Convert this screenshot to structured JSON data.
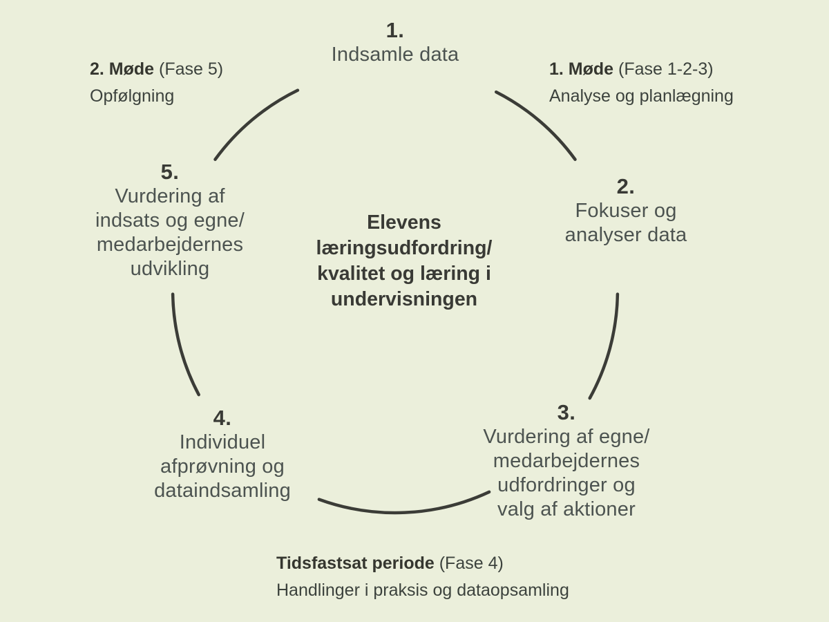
{
  "colors": {
    "background": "#ebefdb",
    "arc": "#3b3c37",
    "text_dark": "#393a35",
    "text_gray": "#4c5350"
  },
  "center": {
    "lines": [
      "Elevens",
      "læringsudfordring/",
      "kvalitet og læring i",
      "undervisningen"
    ]
  },
  "steps": [
    {
      "number": "1.",
      "lines": [
        "Indsamle data"
      ]
    },
    {
      "number": "2.",
      "lines": [
        "Fokuser og",
        "analyser data"
      ]
    },
    {
      "number": "3.",
      "lines": [
        "Vurdering af egne/",
        "medarbejdernes",
        "udfordringer og",
        "valg af aktioner"
      ]
    },
    {
      "number": "4.",
      "lines": [
        "Individuel",
        "afprøvning og",
        "dataindsamling"
      ]
    },
    {
      "number": "5.",
      "lines": [
        "Vurdering af",
        "indsats og egne/",
        "medarbejdernes",
        "udvikling"
      ]
    }
  ],
  "annotations": [
    {
      "bold": "2. Møde",
      "paren": " (Fase 5)",
      "line2": "Opfølgning"
    },
    {
      "bold": "1. Møde",
      "paren": " (Fase 1-2-3)",
      "line2": "Analyse og planlægning"
    },
    {
      "bold": "Tidsfastsat periode",
      "paren": " (Fase 4)",
      "line2": "Handlinger i praksis og dataopsamling"
    }
  ]
}
